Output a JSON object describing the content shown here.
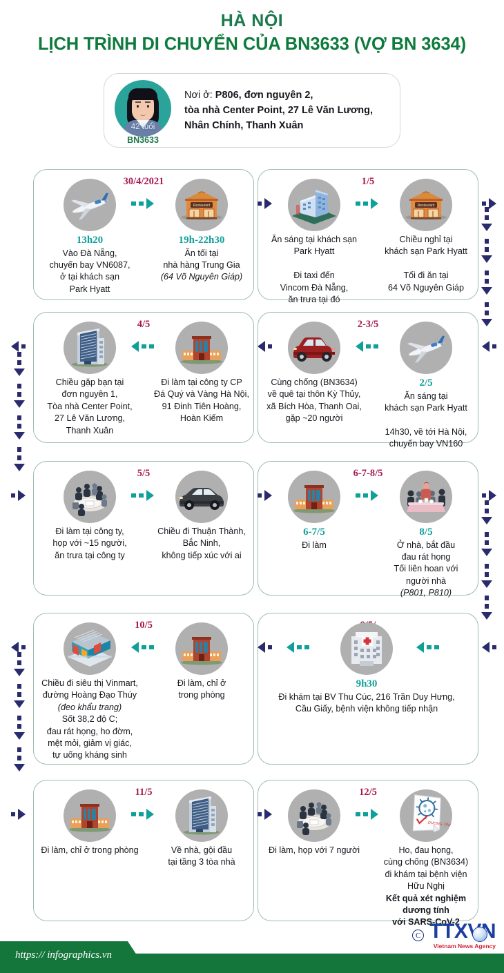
{
  "header": {
    "city": "HÀ NỘI",
    "headline": "LỊCH TRÌNH DI CHUYỂN CỦA BN3633 (VỢ BN 3634)"
  },
  "profile": {
    "avatar_name": "female-patient-avatar",
    "age": "42 tuổi",
    "patient_id": "BN3633",
    "address_label": "Nơi ở: ",
    "address_line1": "P806, đơn nguyên 2,",
    "address_line2": "tòa nhà Center Point, 27 Lê Văn Lương,",
    "address_line3": "Nhân Chính, Thanh Xuân"
  },
  "timeline": {
    "rows": [
      {
        "left_card": {
          "date": "30/4/2021",
          "items": [
            {
              "icon": "airplane-icon",
              "time": "13h20",
              "text": "Vào Đà Nẵng,\nchuyến bay VN6087,\nở tại khách sạn\nPark Hyatt"
            },
            {
              "icon": "restaurant-icon",
              "time": "19h-22h30",
              "text": "Ăn tối tại\nnhà hàng Trung Gia",
              "italic": "(64 Võ Nguyên Giáp)"
            }
          ]
        },
        "right_card": {
          "date": "1/5",
          "items": [
            {
              "icon": "hotel-building-icon",
              "time": "",
              "text": "Ăn sáng tại khách sạn\nPark Hyatt\n\nĐi taxi đến\nVincom Đà Nẵng,\năn trưa tại đó"
            },
            {
              "icon": "restaurant-icon",
              "time": "",
              "text": "Chiều nghỉ tại\nkhách sạn Park Hyatt\n\nTối đi ăn tại\n64 Võ Nguyên Giáp"
            }
          ]
        }
      },
      {
        "left_card": {
          "date": "4/5",
          "items": [
            {
              "icon": "office-tower-icon",
              "time": "",
              "text": "Chiều gặp bạn tại\nđơn nguyên 1,\nTòa nhà Center Point,\n27 Lê Văn Lương,\nThanh Xuân"
            },
            {
              "icon": "company-building-icon",
              "time": "",
              "text": "Đi làm tại công ty CP\nĐá Quý và Vàng Hà Nội,\n91 Đinh Tiên Hoàng,\nHoàn Kiếm"
            }
          ]
        },
        "right_card": {
          "date": "2-3/5",
          "items": [
            {
              "icon": "red-car-icon",
              "time": "",
              "text": "Cùng chống (BN3634)\nvề quê tại thôn Kỳ Thủy,\nxã Bích Hòa, Thanh Oai,\ngặp ~20 người"
            },
            {
              "icon": "airplane-icon",
              "time": "2/5",
              "text": "Ăn sáng tại\nkhách sạn Park Hyatt\n\n14h30, về tới Hà Nội,\nchuyến bay VN160"
            }
          ]
        }
      },
      {
        "left_card": {
          "date": "5/5",
          "items": [
            {
              "icon": "meeting-room-icon",
              "time": "",
              "text": "Đi làm tại công ty,\nhọp với ~15 người,\năn trưa tại công ty"
            },
            {
              "icon": "dark-car-icon",
              "time": "",
              "text": "Chiều đi Thuận Thành,\nBắc Ninh,\nkhông tiếp xúc với ai"
            }
          ]
        },
        "right_card": {
          "date": "6-7-8/5",
          "items": [
            {
              "icon": "company-building-icon",
              "time": "6-7/5",
              "text": "Đi làm"
            },
            {
              "icon": "family-dinner-icon",
              "time": "8/5",
              "text": "Ở nhà, bắt đầu\nđau rát họng\nTối liên hoan với\nngười nhà",
              "italic": "(P801, P810)"
            }
          ]
        }
      },
      {
        "left_card": {
          "date": "10/5",
          "items": [
            {
              "icon": "supermarket-icon",
              "time": "",
              "text": "Chiều đi siêu thị Vinmart,\nđường Hoàng Đạo Thúy",
              "italic": "(đeo khẩu trang)",
              "text2": "Sốt 38,2 độ C;\nđau rát họng, ho đờm,\nmệt mỏi, giảm vị giác,\ntự uống kháng sinh"
            },
            {
              "icon": "company-building-icon",
              "time": "",
              "text": "Đi làm, chỉ ở\ntrong phòng"
            }
          ]
        },
        "right_card": {
          "date": "9/5/",
          "items": [
            {
              "icon": "hospital-icon",
              "time": "9h30",
              "text": "Đi khám tại BV Thu Cúc, 216 Trần Duy Hưng,\nCầu Giấy, bệnh viện không tiếp nhận"
            }
          ]
        }
      },
      {
        "left_card": {
          "date": "11/5",
          "items": [
            {
              "icon": "company-building-icon",
              "time": "",
              "text": "Đi làm, chỉ ở trong phòng"
            },
            {
              "icon": "office-tower-icon",
              "time": "",
              "text": "Về nhà, gội đầu\ntại tầng 3 tòa nhà"
            }
          ]
        },
        "right_card": {
          "date": "12/5",
          "items": [
            {
              "icon": "meeting-room-icon",
              "time": "",
              "text": "Đi làm, họp với 7 người"
            },
            {
              "icon": "test-result-icon",
              "time": "",
              "text": "Ho, đau họng,\ncùng chống (BN3634)\nđi khám tại bệnh viện\nHữu Nghị",
              "bold": "Kết quả xét nghiệm\ndương tính\nvới SARS-CoV-2"
            }
          ]
        }
      }
    ]
  },
  "footer": {
    "url": "https:// infographics.vn",
    "copyright": "C",
    "logo": "TTXVN",
    "logo_sub": "Vietnam News Agency"
  },
  "colors": {
    "green": "#15763c",
    "teal": "#10a09a",
    "crimson": "#a81a52",
    "navy": "#2a2a6e",
    "card_border": "#9dbdaf"
  }
}
